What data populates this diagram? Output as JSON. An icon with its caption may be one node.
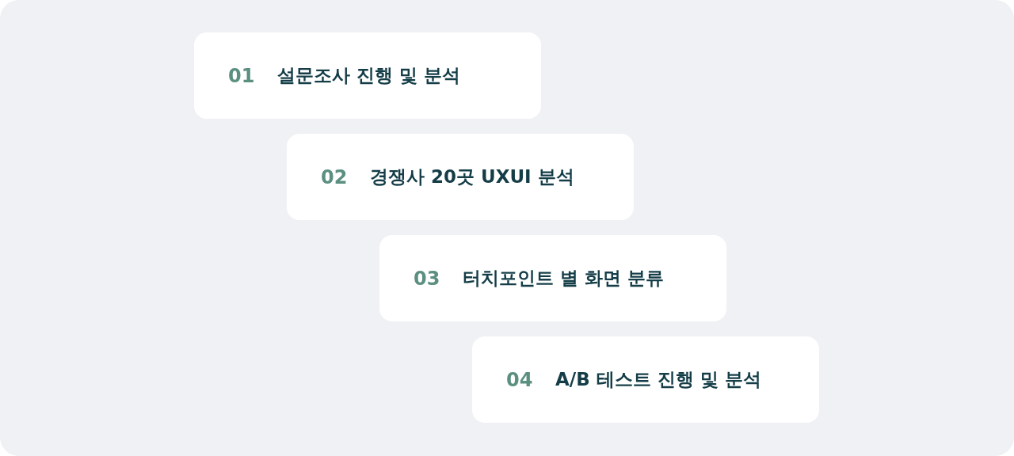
{
  "diagram": {
    "nodes": [
      {
        "text": [
          "01",
          "설문조사 진행 및 분석"
        ]
      },
      {
        "text": [
          "02",
          "경쟁사 20곳 UXUI 분석"
        ]
      },
      {
        "text": [
          "03",
          "터치포인트 별 화면 분류"
        ]
      },
      {
        "text": [
          "04",
          "A/B 테스트 진행 및 분석"
        ]
      }
    ]
  }
}
